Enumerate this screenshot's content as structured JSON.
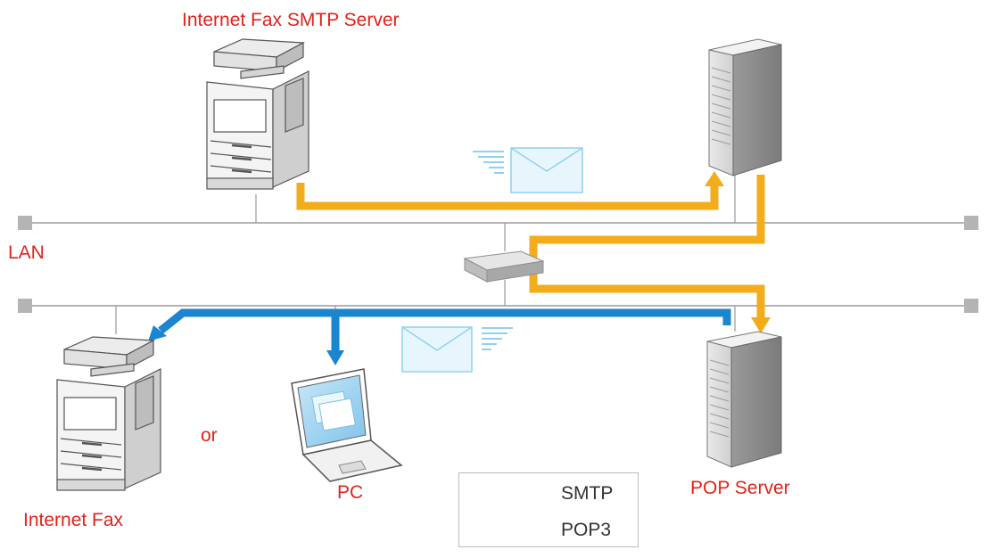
{
  "labels": {
    "smtp_fax": "Internet Fax SMTP Server",
    "lan": "LAN",
    "or": "or",
    "pc": "PC",
    "internet_fax": "Internet Fax",
    "pop_server": "POP Server"
  },
  "legend": {
    "smtp": "SMTP",
    "pop3": "POP3"
  },
  "colors": {
    "label_red": "#e0231b",
    "smtp": "#f3ad1c",
    "pop3": "#1b85d0",
    "lan_line": "#9a9a9a",
    "envelope": "#8fd2ef"
  }
}
